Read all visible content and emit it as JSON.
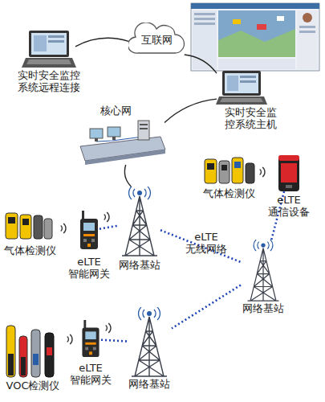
{
  "diagram": {
    "nodes": [
      {
        "text": [
          "实时安全监控 系统远程连接"
        ]
      },
      {
        "text": [
          "互联网"
        ]
      },
      {
        "text": [
          "实时安全监 控系统主机"
        ]
      },
      {
        "text": [
          "核心网"
        ]
      },
      {
        "text": [
          "气体检测仪"
        ]
      },
      {
        "text": [
          "eLTE 通信设备"
        ]
      },
      {
        "text": [
          "气体检测仪"
        ]
      },
      {
        "text": [
          "eLTE 智能网关"
        ]
      },
      {
        "text": [
          "网络基站"
        ]
      },
      {
        "text": [
          "网络基站"
        ]
      },
      {
        "text": [
          "VOC检测仪"
        ]
      },
      {
        "text": [
          "eLTE 智能网关"
        ]
      },
      {
        "text": [
          "网络基站"
        ]
      }
    ],
    "edges": [
      {
        "from": 0,
        "to": 1,
        "arrow": "none"
      },
      {
        "from": 1,
        "to": 2,
        "arrow": "none"
      },
      {
        "from": 2,
        "to": 3,
        "arrow": "none"
      },
      {
        "from": 3,
        "to": 8,
        "arrow": "none"
      },
      {
        "from": 7,
        "to": 8,
        "arrow": "none"
      },
      {
        "from": 8,
        "to": 9,
        "arrow": "none"
      },
      {
        "from": 9,
        "to": 5,
        "arrow": "none"
      },
      {
        "from": 9,
        "to": 12,
        "arrow": "none"
      },
      {
        "from": 12,
        "to": 11,
        "arrow": "none"
      }
    ],
    "labels": [
      "eLTE 无线网络"
    ]
  }
}
